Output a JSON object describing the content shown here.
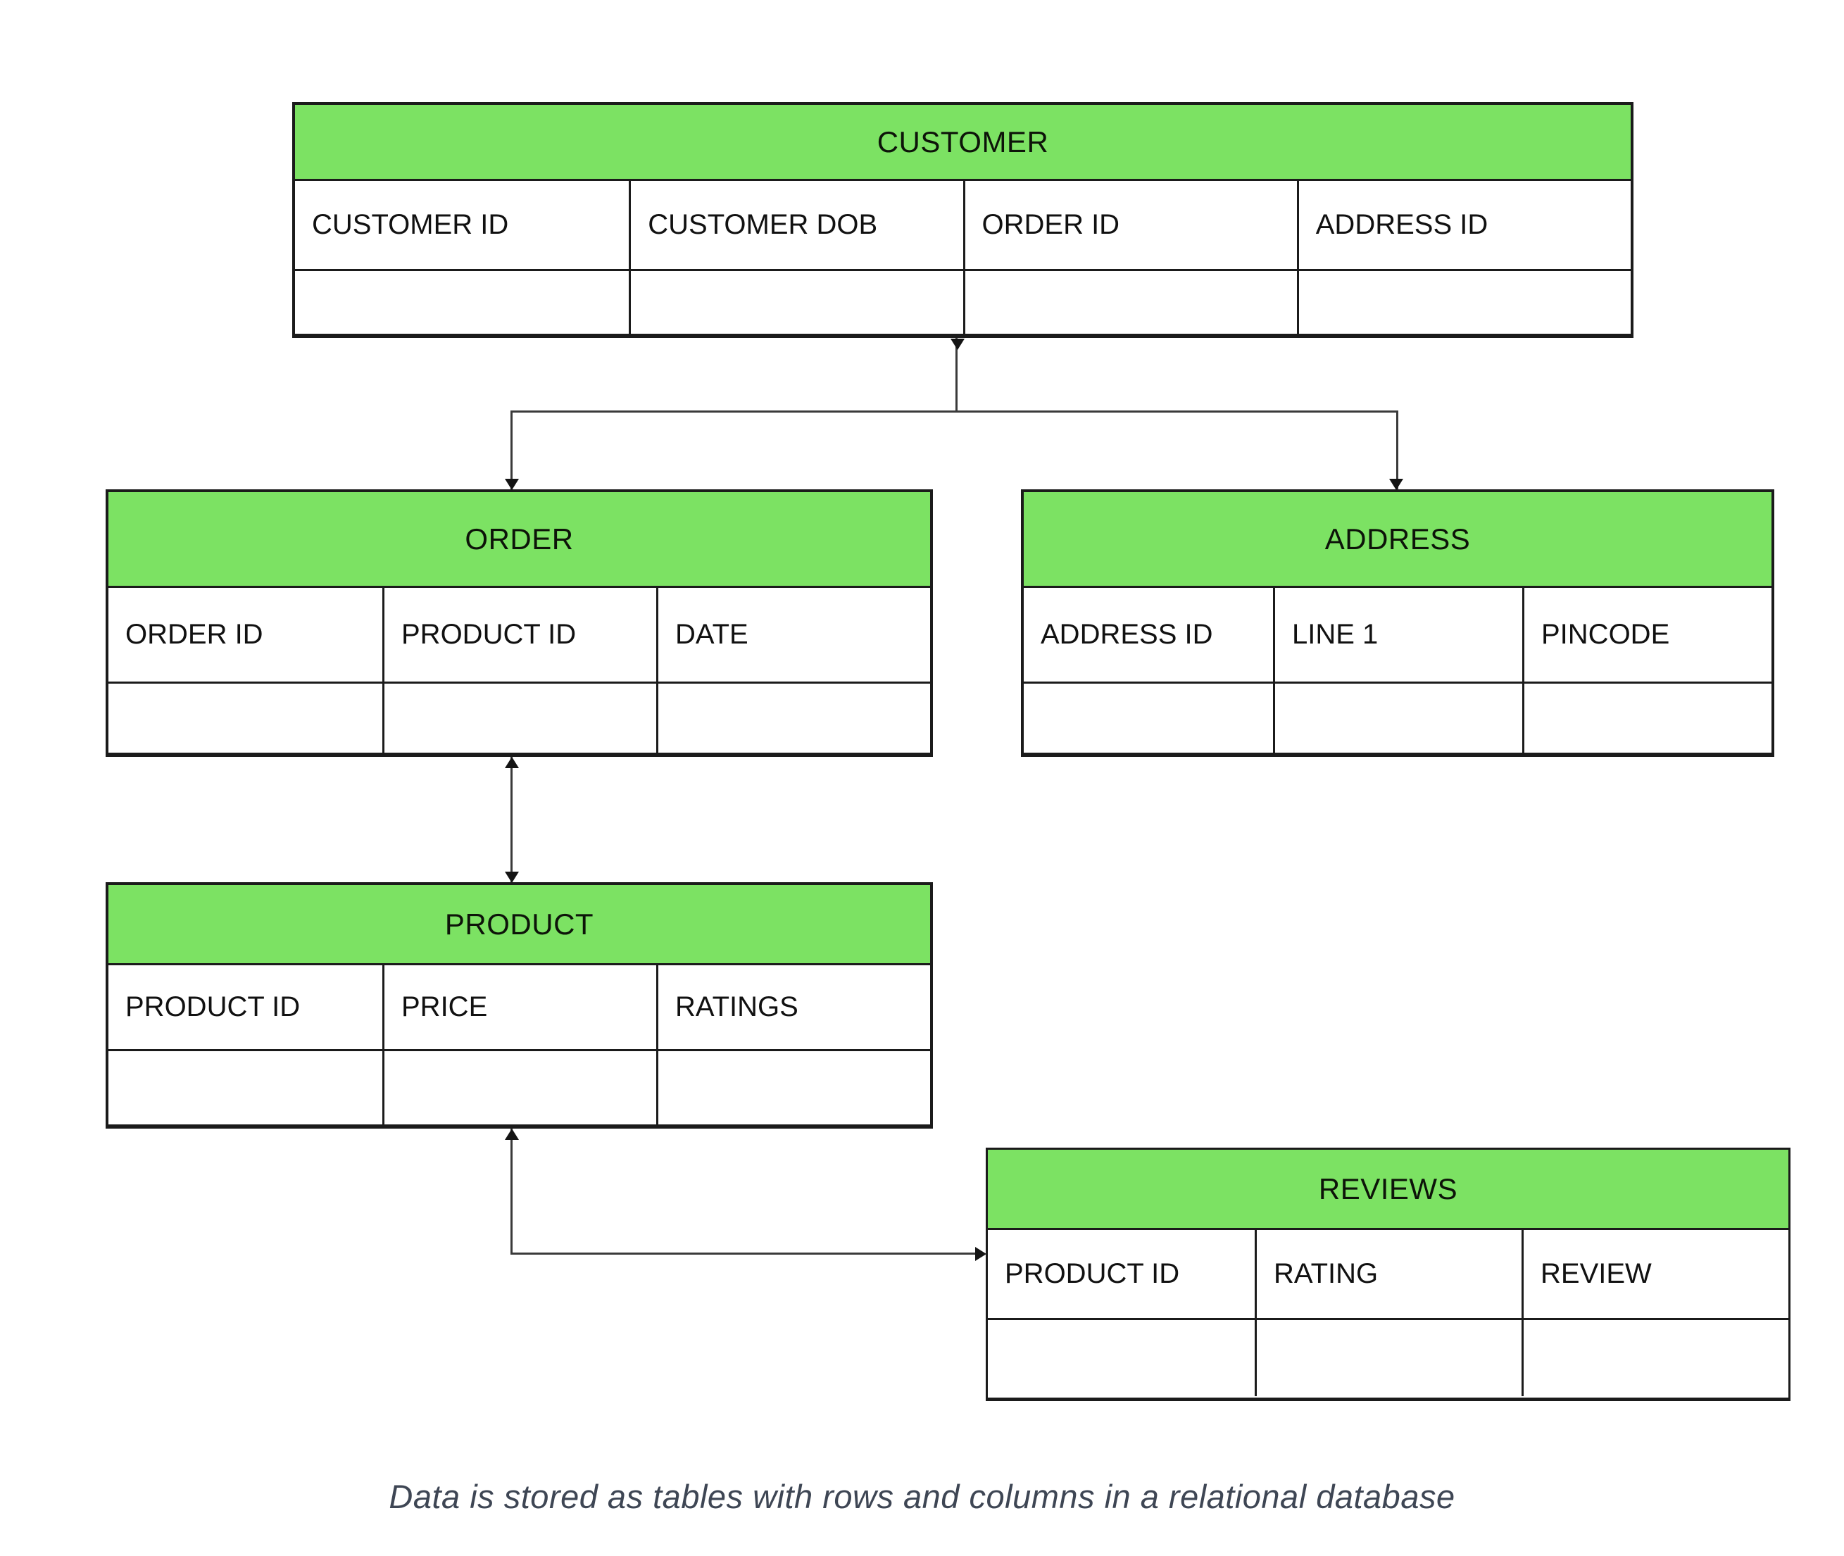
{
  "diagram": {
    "caption": "Data is stored as tables with rows and columns in a relational database",
    "colors": {
      "header_green": "#7CE263",
      "table_border": "#1b1b1b",
      "connector_line": "#3a3a3a",
      "caption_text": "#3E4654",
      "background": "#ffffff"
    },
    "tables": {
      "customer": {
        "title": "CUSTOMER",
        "columns": [
          "CUSTOMER ID",
          "CUSTOMER DOB",
          "ORDER ID",
          "ADDRESS ID"
        ]
      },
      "order": {
        "title": "ORDER",
        "columns": [
          "ORDER ID",
          "PRODUCT ID",
          "DATE"
        ]
      },
      "address": {
        "title": "ADDRESS",
        "columns": [
          "ADDRESS ID",
          "LINE 1",
          "PINCODE"
        ]
      },
      "product": {
        "title": "PRODUCT",
        "columns": [
          "PRODUCT ID",
          "PRICE",
          "RATINGS"
        ]
      },
      "reviews": {
        "title": "REVIEWS",
        "columns": [
          "PRODUCT ID",
          "RATING",
          "REVIEW"
        ]
      }
    },
    "relationships": [
      {
        "from": "CUSTOMER",
        "to": "ORDER"
      },
      {
        "from": "CUSTOMER",
        "to": "ADDRESS"
      },
      {
        "from": "ORDER",
        "to": "PRODUCT"
      },
      {
        "from": "PRODUCT",
        "to": "REVIEWS"
      }
    ]
  }
}
